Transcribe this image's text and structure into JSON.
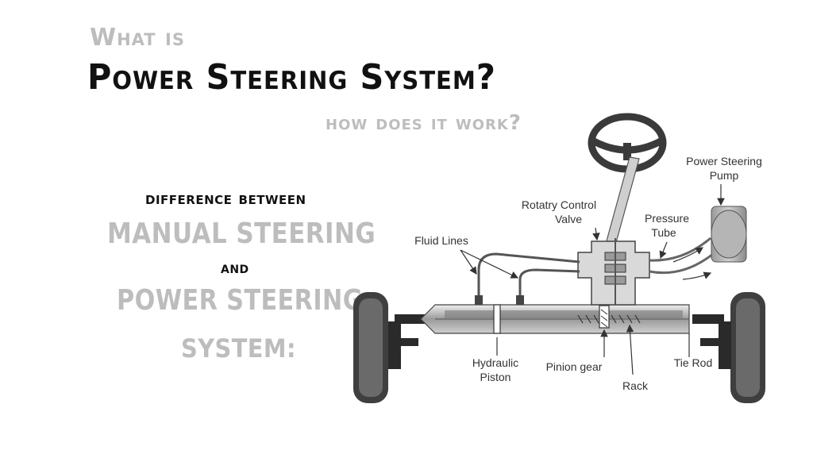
{
  "heading": {
    "pre_title": "What is",
    "title": "Power Steering System?",
    "subtitle": "how does it work?"
  },
  "comparison": {
    "intro": "difference between",
    "item_a": "MANUAL STEERING",
    "conjunction": "and",
    "item_b": "POWER STEERING",
    "item_b_cont": "SYSTEM:"
  },
  "diagram": {
    "labels": {
      "pump_line1": "Power Steering",
      "pump_line2": "Pump",
      "valve_line1": "Rotatry Control",
      "valve_line2": "Valve",
      "tube_line1": "Pressure",
      "tube_line2": "Tube",
      "fluid_lines": "Fluid Lines",
      "piston_line1": "Hydraulic",
      "piston_line2": "Piston",
      "pinion": "Pinion gear",
      "rack": "Rack",
      "tie_rod": "Tie Rod"
    }
  }
}
